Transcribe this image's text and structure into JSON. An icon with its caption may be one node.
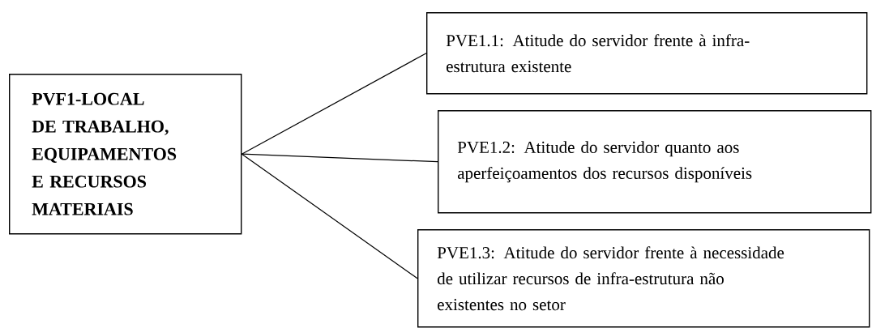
{
  "diagram": {
    "nodes": [
      {
        "text": [
          "PVF1-LOCAL DE TRABALHO, EQUIPAMENTOS E RECURSOS MATERIAIS"
        ]
      },
      {
        "text": [
          "PVE1.1: Atitude do servidor frente à infra-estrutura existente"
        ]
      },
      {
        "text": [
          "PVE1.2:  Atitude do servidor quanto aos aperfeiçoamentos dos recursos disponíveis"
        ]
      },
      {
        "text": [
          "PVE1.3: Atitude do servidor frente à necessidade de utilizar recursos de infra-estrutura não existentes no setor"
        ]
      }
    ],
    "edges": [
      {
        "from": 0,
        "to": 1,
        "arrow": "none"
      },
      {
        "from": 0,
        "to": 2,
        "arrow": "none"
      },
      {
        "from": 0,
        "to": 3,
        "arrow": "none"
      }
    ]
  }
}
